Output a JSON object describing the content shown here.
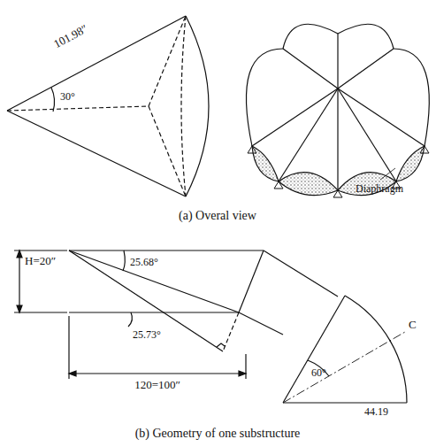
{
  "diagram": {
    "labels": [
      "101.98″",
      "30°",
      "Diaphragm",
      "(a) Overal view",
      "H=20″",
      "25.68°",
      "25.73°",
      "120=100″",
      "60°",
      "44.19",
      "C",
      "(b) Geometry of one substructure"
    ]
  }
}
